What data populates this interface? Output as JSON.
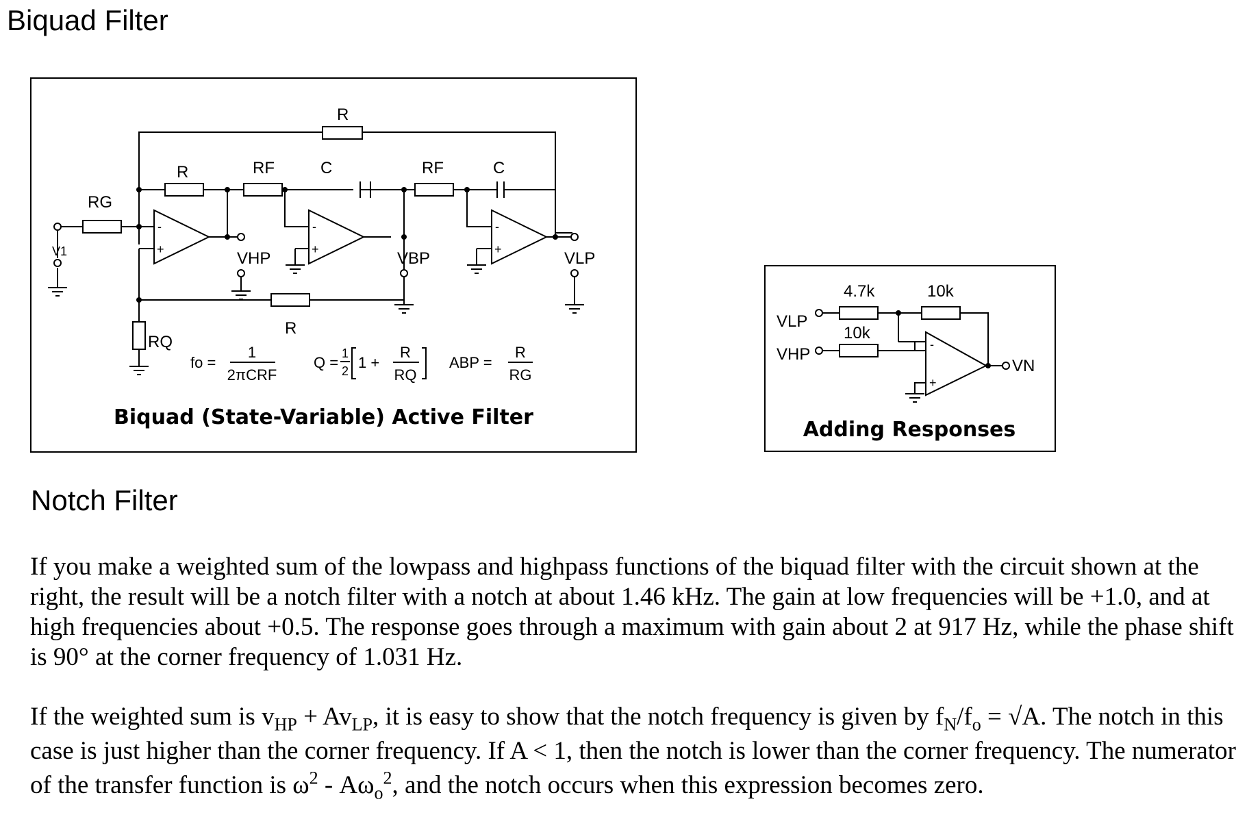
{
  "title": "Biquad Filter",
  "fig1": {
    "caption": "Biquad (State-Variable) Active Filter",
    "labels": {
      "r_top": "R",
      "r1": "R",
      "rf1": "RF",
      "c1": "C",
      "rf2": "RF",
      "c2": "C",
      "rg": "RG",
      "rq": "RQ",
      "r_bottom": "R",
      "v1": "V1",
      "vhp": "VHP",
      "vbp": "VBP",
      "vlp": "VLP",
      "plus": "+",
      "minus": "-"
    },
    "equations": {
      "fo_lhs": "fo =",
      "fo_num": "1",
      "fo_den": "2πCRF",
      "q_lhs": "Q =",
      "q_half_num": "1",
      "q_half_den": "2",
      "q_inner": "1 +",
      "q_num": "R",
      "q_den": "RQ",
      "abp_lhs": "ABP =",
      "abp_num": "R",
      "abp_den": "RG"
    }
  },
  "fig2": {
    "caption": "Adding Responses",
    "labels": {
      "r_lp": "4.7k",
      "r_fb": "10k",
      "r_hp": "10k",
      "vlp": "VLP",
      "vhp": "VHP",
      "vn": "VN",
      "plus": "+",
      "minus": "-"
    }
  },
  "notch_heading": "Notch Filter",
  "paragraph1": "If you make a weighted sum of the lowpass and highpass functions of the biquad filter with the circuit shown at the right, the result will be a notch filter with a notch at about 1.46 kHz. The gain at low frequencies will be +1.0, and at high frequencies about +0.5. The response goes through a maximum with gain about 2 at 917 Hz, while the phase shift is 90° at the corner frequency of 1.031 Hz.",
  "paragraph2": {
    "t1": "If the weighted sum is v",
    "s1": "HP",
    "t2": " + Av",
    "s2": "LP",
    "t3": ", it is easy to show that the notch frequency is given by f",
    "s3": "N",
    "t4": "/f",
    "s4": "o",
    "t5": " = √A. The notch in this case is just higher than the corner frequency. If A < 1, then the notch is lower than the corner frequency. The numerator of the transfer function is ω",
    "sup1": "2",
    "t6": " - Aω",
    "s5": "o",
    "sup2": "2",
    "t7": ", and the notch occurs when this expression becomes zero."
  }
}
